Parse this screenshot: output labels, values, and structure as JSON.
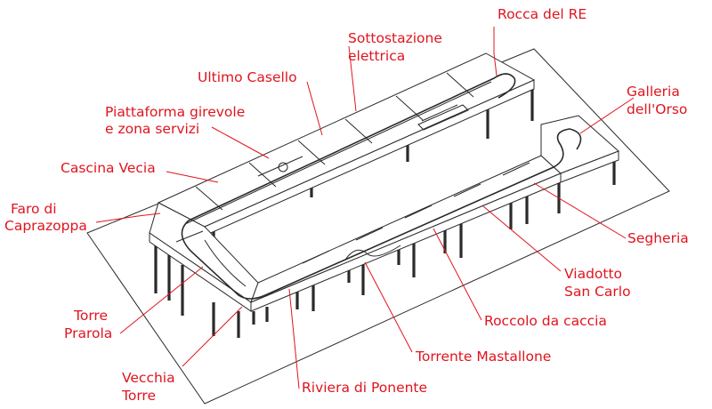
{
  "colors": {
    "label": "#e0141e",
    "drawing": "#2a2a2a",
    "background": "#ffffff"
  },
  "labels": {
    "rocca_del_re": "Rocca del RE",
    "sottostazione_1": "Sottostazione",
    "sottostazione_2": "elettrica",
    "ultimo_casello": "Ultimo Casello",
    "galleria_1": "Galleria",
    "galleria_2": "dell'Orso",
    "piattaforma_1": "Piattaforma girevole",
    "piattaforma_2": "e zona servizi",
    "cascina_vecia": "Cascina Vecia",
    "faro_1": "Faro di",
    "faro_2": "Caprazoppa",
    "segheria": "Segheria",
    "viadotto_1": "Viadotto",
    "viadotto_2": "San Carlo",
    "torre_prarola_1": "Torre",
    "torre_prarola_2": "Prarola",
    "roccolo": "Roccolo da caccia",
    "torrente": "Torrente Mastallone",
    "vecchia_torre_1": "Vecchia",
    "vecchia_torre_2": "Torre",
    "riviera": "Riviera di Ponente"
  }
}
